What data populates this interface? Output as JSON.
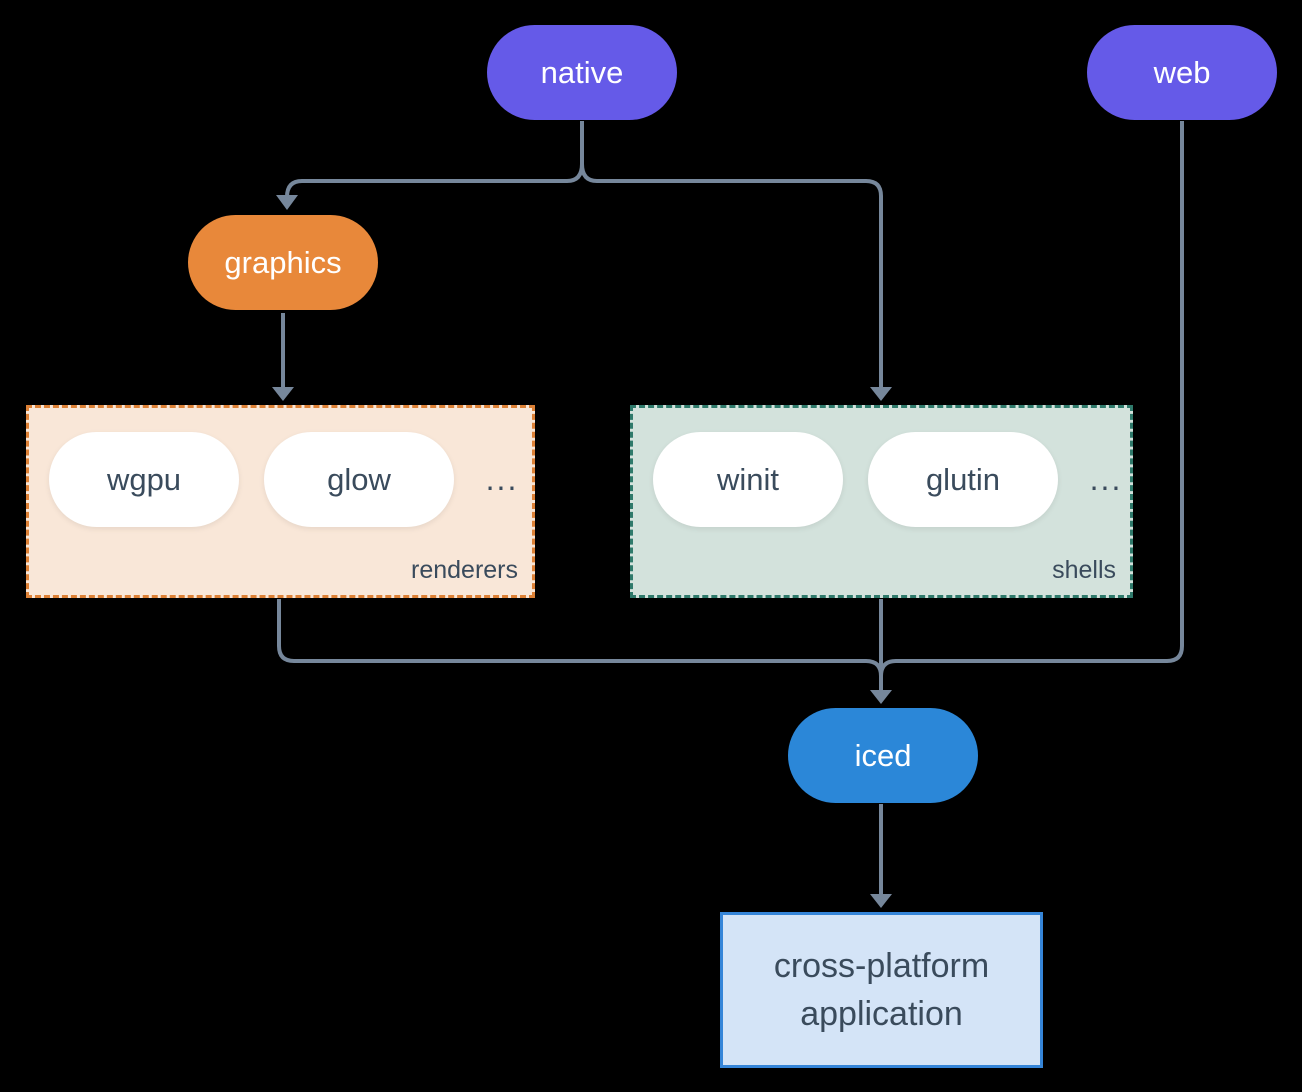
{
  "theme": {
    "canvas-bg": "#000000",
    "connector": "#76879B",
    "node-purple": "#655AE8",
    "node-orange": "#E8883A",
    "node-blue": "#2B87D8",
    "node-pill-white": "#FFFFFF",
    "text-light": "#FFFFFF",
    "text-dark": "#3A4B5C",
    "renderers-fill": "#F9E7D8",
    "renderers-border": "#DD8136",
    "shells-fill": "#D3E2DC",
    "shells-border": "#2F7A6B",
    "app-fill": "#D4E4F7",
    "app-border": "#3585D8"
  },
  "nodes": {
    "native": {
      "label": "native"
    },
    "web": {
      "label": "web"
    },
    "graphics": {
      "label": "graphics"
    },
    "iced": {
      "label": "iced"
    },
    "application": {
      "label": "cross-platform application"
    }
  },
  "groups": {
    "renderers": {
      "label": "renderers",
      "items": [
        "wgpu",
        "glow"
      ],
      "ellipsis": "..."
    },
    "shells": {
      "label": "shells",
      "items": [
        "winit",
        "glutin"
      ],
      "ellipsis": "..."
    }
  }
}
